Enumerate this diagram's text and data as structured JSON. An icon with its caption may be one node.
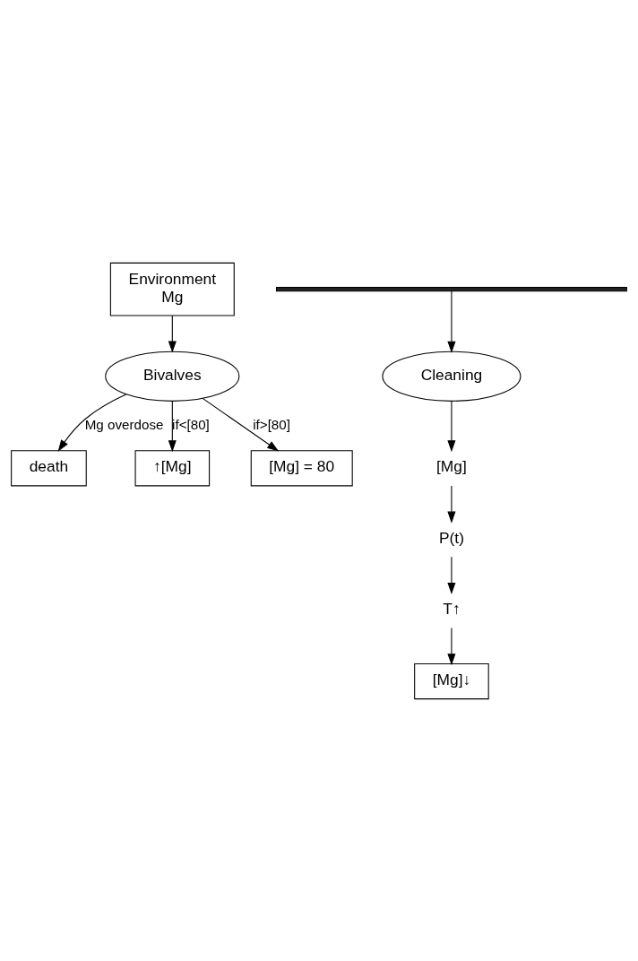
{
  "diagram": {
    "nodes": [
      {
        "text": [
          "Environment",
          "Mg"
        ]
      },
      {
        "text": [
          "Bivalves"
        ]
      },
      {
        "text": [
          "death"
        ]
      },
      {
        "text": [
          "↑[Mg]"
        ]
      },
      {
        "text": [
          "[Mg] = 80"
        ]
      },
      {
        "text": [],
        "shape": "bar"
      },
      {
        "text": [
          "Cleaning"
        ]
      },
      {
        "text": [
          "[Mg]"
        ]
      },
      {
        "text": [
          "P(t)"
        ]
      },
      {
        "text": [
          "T↑"
        ]
      },
      {
        "text": [
          "[Mg]↓"
        ]
      }
    ],
    "edges": [
      {
        "from": 0,
        "to": 1,
        "arrow": "to"
      },
      {
        "from": 1,
        "to": 2,
        "arrow": "to",
        "label": "Mg overdose"
      },
      {
        "from": 1,
        "to": 3,
        "arrow": "to",
        "label": "if<[80]"
      },
      {
        "from": 1,
        "to": 4,
        "arrow": "to",
        "label": "if>[80]"
      },
      {
        "from": 5,
        "to": 6,
        "arrow": "to"
      },
      {
        "from": 6,
        "to": 7,
        "arrow": "to"
      },
      {
        "from": 7,
        "to": 8,
        "arrow": "to"
      },
      {
        "from": 8,
        "to": 9,
        "arrow": "to"
      },
      {
        "from": 9,
        "to": 10,
        "arrow": "to"
      }
    ]
  }
}
